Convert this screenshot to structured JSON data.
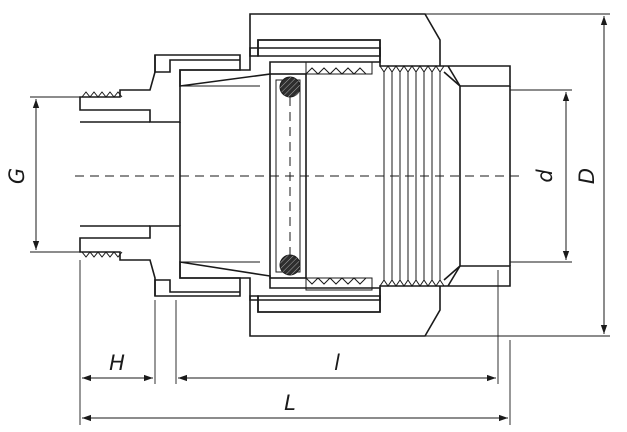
{
  "labels": {
    "G": "G",
    "H": "H",
    "l": "l",
    "L": "L",
    "d": "d",
    "D": "D"
  },
  "style": {
    "line_color": "#1a1a1a",
    "background": "#ffffff",
    "hatch_color": "#1a1a1a",
    "seal_color": "#2e2e2e"
  }
}
